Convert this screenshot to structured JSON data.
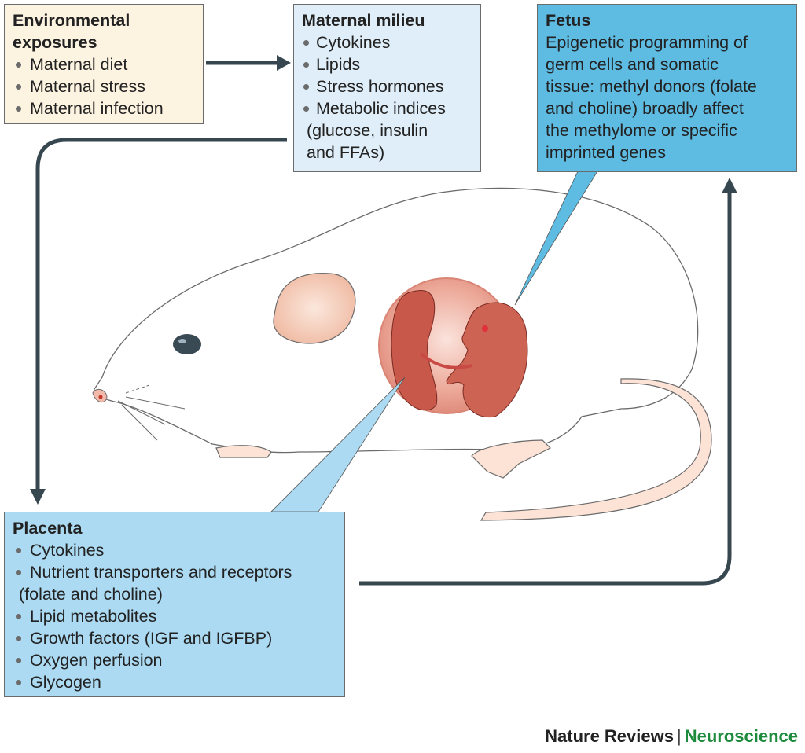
{
  "environmental": {
    "title_line1": "Environmental",
    "title_line2": "exposures",
    "items": [
      "Maternal diet",
      "Maternal stress",
      "Maternal infection"
    ]
  },
  "milieu": {
    "title": "Maternal milieu",
    "items": [
      "Cytokines",
      "Lipids",
      "Stress hormones",
      "Metabolic indices"
    ],
    "continuation": [
      "(glucose, insulin",
      "and FFAs)"
    ]
  },
  "fetus": {
    "title": "Fetus",
    "lines": [
      "Epigenetic programming of",
      "germ cells and somatic",
      "tissue: methyl donors (folate",
      "and choline) broadly affect",
      "the methylome or specific",
      "imprinted genes"
    ]
  },
  "placenta": {
    "title": "Placenta",
    "items": [
      "Cytokines",
      "Nutrient transporters and receptors",
      "Lipid metabolites",
      "Growth factors (IGF and IGFBP)",
      "Oxygen perfusion",
      "Glycogen"
    ],
    "continuation": "(folate and choline)"
  },
  "footer": {
    "journal": "Nature Reviews",
    "separator": "|",
    "section": "Neuroscience"
  },
  "colors": {
    "environmental_box": "#fdf3e1",
    "milieu_box": "#dfeef8",
    "fetus_box": "#5ebbe2",
    "placenta_box": "#abdaf2",
    "arrow": "#37474f",
    "uterus": "#e49a8e",
    "section_text": "#1e8a3c"
  }
}
